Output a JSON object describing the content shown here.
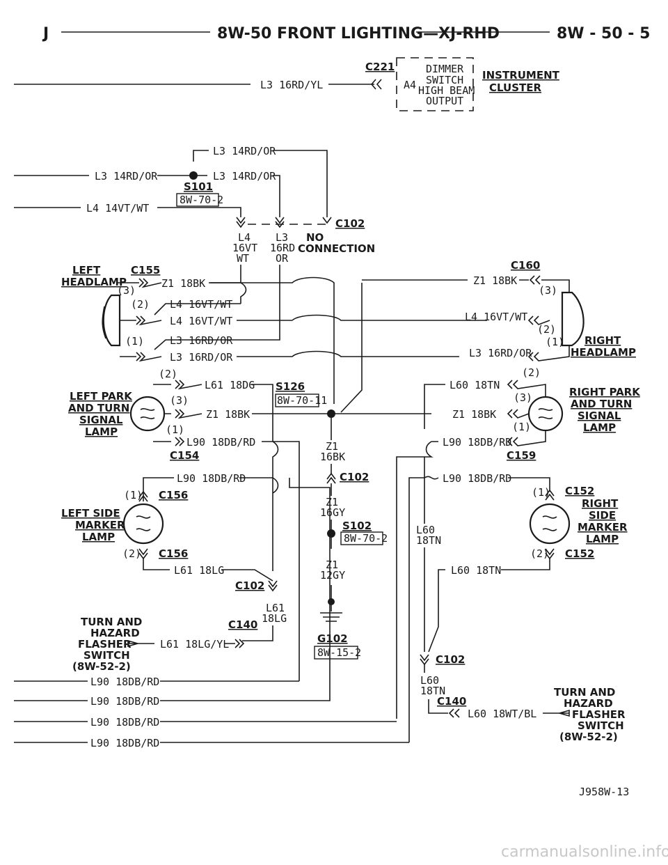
{
  "header": {
    "left": "J",
    "title": "8W-50 FRONT LIGHTING—XJ-RHD",
    "page": "8W - 50 - 5"
  },
  "footer": {
    "figure_id": "J958W-13",
    "watermark": "carmanualsonline.info"
  },
  "wires": {
    "l3_16rd_yl": "L3 16RD/YL",
    "l3_14rd_or": "L3 14RD/OR",
    "l4_14vt_wt": "L4 14VT/WT",
    "z1_18bk": "Z1 18BK",
    "l4_16vt_wt": "L4 16VT/WT",
    "l3_16rd_or": "L3 16RD/OR",
    "l61_18dg": "L61 18DG",
    "l90_18db_rd": "L90 18DB/RD",
    "l61_18lg": "L61 18LG",
    "l61_18lg_yl": "L61 18LG/YL",
    "l60_18tn": "L60 18TN",
    "l60_18wt_bl": "L60 18WT/BL"
  },
  "stacked": {
    "l4": "L4",
    "v16vt": "16VT",
    "wt": "WT",
    "l3": "L3",
    "v16rd": "16RD",
    "or": "OR",
    "z1": "Z1",
    "v16bk": "16BK",
    "v16gy": "16GY",
    "v12gy": "12GY",
    "l60": "L60",
    "v18tn": "18TN",
    "l61": "L61",
    "v18lg": "18LG"
  },
  "connectors": {
    "c221": "C221",
    "a4": "A4",
    "s101": "S101",
    "c102": "C102",
    "c155": "C155",
    "c160": "C160",
    "s126": "S126",
    "c154": "C154",
    "c159": "C159",
    "c156": "C156",
    "s102": "S102",
    "c152": "C152",
    "c140": "C140",
    "g102": "G102"
  },
  "refs": {
    "r8w_70_2": "8W-70-2",
    "r8w_70_11": "8W-70-11",
    "r8w_15_2": "8W-15-2"
  },
  "pins": {
    "p1": "(1)",
    "p2": "(2)",
    "p3": "(3)"
  },
  "components": {
    "dimmer_switch": [
      "DIMMER",
      "SWITCH",
      "HIGH BEAM",
      "OUTPUT"
    ],
    "instrument_cluster": [
      "INSTRUMENT",
      "CLUSTER"
    ],
    "no_connection": [
      "NO",
      "CONNECTION"
    ],
    "left_headlamp": [
      "LEFT",
      "HEADLAMP"
    ],
    "right_headlamp": [
      "RIGHT",
      "HEADLAMP"
    ],
    "left_park": [
      "LEFT PARK",
      "AND TURN",
      "SIGNAL",
      "LAMP"
    ],
    "right_park": [
      "RIGHT PARK",
      "AND TURN",
      "SIGNAL",
      "LAMP"
    ],
    "left_side": [
      "LEFT SIDE",
      "MARKER",
      "LAMP"
    ],
    "right_side": [
      "RIGHT",
      "SIDE",
      "MARKER",
      "LAMP"
    ],
    "flasher_left": [
      "TURN AND",
      "HAZARD",
      "FLASHER",
      "SWITCH",
      "(8W-52-2)"
    ],
    "flasher_right": [
      "TURN AND",
      "HAZARD",
      "FLASHER",
      "SWITCH",
      "(8W-52-2)"
    ]
  }
}
